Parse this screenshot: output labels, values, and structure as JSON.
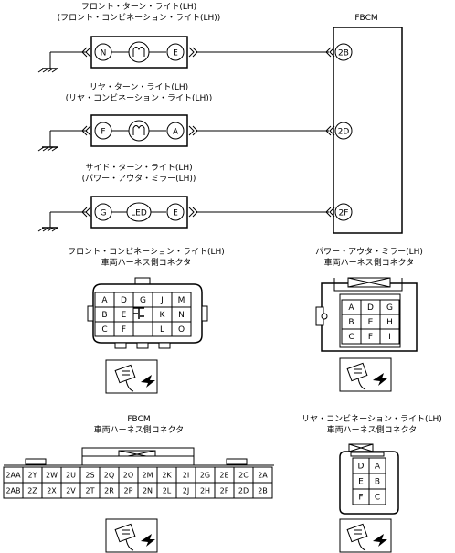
{
  "components": {
    "front": {
      "title1": "フロント・ターン・ライト(LH)",
      "title2": "(フロント・コンビネーション・ライト(LH))",
      "pins": [
        "N",
        "E"
      ]
    },
    "rear": {
      "title1": "リヤ・ターン・ライト(LH)",
      "title2": "(リヤ・コンビネーション・ライト(LH))",
      "pins": [
        "F",
        "A"
      ]
    },
    "side": {
      "title1": "サイド・ターン・ライト(LH)",
      "title2": "(パワー・アウタ・ミラー(LH))",
      "pins": [
        "G",
        "E"
      ],
      "center": "LED"
    },
    "fbcm": {
      "title": "FBCM",
      "pins": [
        "2B",
        "2D",
        "2F"
      ]
    }
  },
  "connectors": {
    "front_combi": {
      "title1": "フロント・コンビネーション・ライト(LH)",
      "title2": "車両ハーネス側コネクタ",
      "rows": [
        [
          "A",
          "D",
          "G",
          "J",
          "M"
        ],
        [
          "B",
          "E",
          "",
          "K",
          "N"
        ],
        [
          "C",
          "F",
          "I",
          "L",
          "O"
        ]
      ]
    },
    "power_mirror": {
      "title1": "パワー・アウタ・ミラー(LH)",
      "title2": "車両ハーネス側コネクタ",
      "rows": [
        [
          "A",
          "D",
          "G"
        ],
        [
          "B",
          "E",
          "H"
        ],
        [
          "C",
          "F",
          "I"
        ]
      ]
    },
    "fbcm": {
      "title1": "FBCM",
      "title2": "車両ハーネス側コネクタ",
      "rows": [
        [
          "2AA",
          "2Y",
          "2W",
          "2U",
          "2S",
          "2Q",
          "2O",
          "2M",
          "2K",
          "2I",
          "2G",
          "2E",
          "2C",
          "2A"
        ],
        [
          "2AB",
          "2Z",
          "2X",
          "2V",
          "2T",
          "2R",
          "2P",
          "2N",
          "2L",
          "2J",
          "2H",
          "2F",
          "2D",
          "2B"
        ]
      ]
    },
    "rear_combi": {
      "title1": "リヤ・コンビネーション・ライト(LH)",
      "title2": "車両ハーネス側コネクタ",
      "rows": [
        [
          "D",
          "A"
        ],
        [
          "E",
          "B"
        ],
        [
          "F",
          "C"
        ]
      ]
    }
  }
}
